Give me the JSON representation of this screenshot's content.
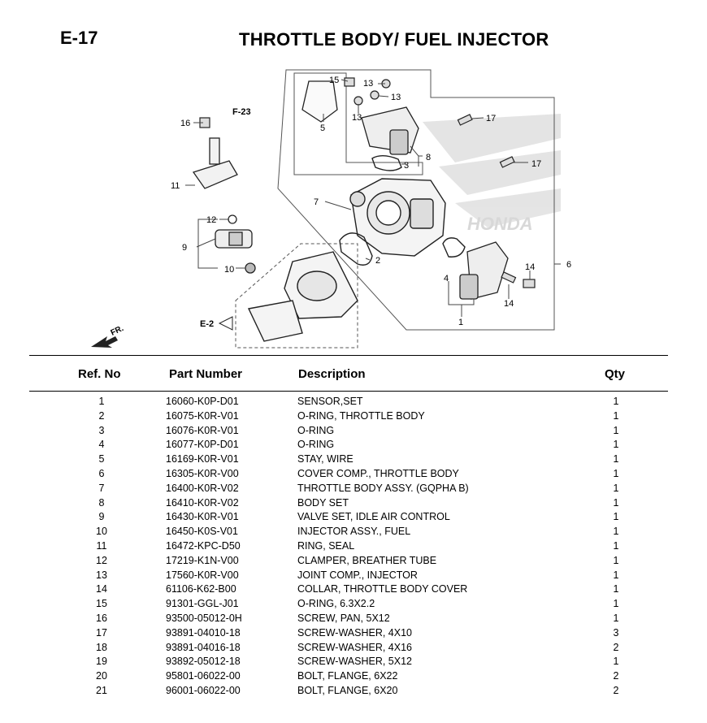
{
  "header": {
    "page_code": "E-17",
    "title": "THROTTLE BODY/ FUEL INJECTOR"
  },
  "diagram": {
    "callouts": [
      "15",
      "13",
      "13",
      "13",
      "5",
      "F-23",
      "16",
      "17",
      "17",
      "8",
      "3",
      "11",
      "7",
      "12",
      "9",
      "10",
      "2",
      "4",
      "14",
      "14",
      "6",
      "1",
      "E-2",
      "FR."
    ],
    "watermark": "HONDA"
  },
  "table": {
    "headers": {
      "ref": "Ref. No",
      "part": "Part Number",
      "desc": "Description",
      "qty": "Qty"
    },
    "rows": [
      {
        "ref": "1",
        "part": "16060-K0P-D01",
        "desc": "SENSOR,SET",
        "qty": "1"
      },
      {
        "ref": "2",
        "part": "16075-K0R-V01",
        "desc": "O-RING, THROTTLE BODY",
        "qty": "1"
      },
      {
        "ref": "3",
        "part": "16076-K0R-V01",
        "desc": "O-RING",
        "qty": "1"
      },
      {
        "ref": "4",
        "part": "16077-K0P-D01",
        "desc": "O-RING",
        "qty": "1"
      },
      {
        "ref": "5",
        "part": "16169-K0R-V01",
        "desc": "STAY, WIRE",
        "qty": "1"
      },
      {
        "ref": "6",
        "part": "16305-K0R-V00",
        "desc": "COVER COMP., THROTTLE BODY",
        "qty": "1"
      },
      {
        "ref": "7",
        "part": "16400-K0R-V02",
        "desc": "THROTTLE BODY ASSY. (GQPHA B)",
        "qty": "1"
      },
      {
        "ref": "8",
        "part": "16410-K0R-V02",
        "desc": "BODY SET",
        "qty": "1"
      },
      {
        "ref": "9",
        "part": "16430-K0R-V01",
        "desc": "VALVE SET, IDLE AIR CONTROL",
        "qty": "1"
      },
      {
        "ref": "10",
        "part": "16450-K0S-V01",
        "desc": "INJECTOR ASSY., FUEL",
        "qty": "1"
      },
      {
        "ref": "11",
        "part": "16472-KPC-D50",
        "desc": "RING, SEAL",
        "qty": "1"
      },
      {
        "ref": "12",
        "part": "17219-K1N-V00",
        "desc": "CLAMPER, BREATHER TUBE",
        "qty": "1"
      },
      {
        "ref": "13",
        "part": "17560-K0R-V00",
        "desc": "JOINT COMP., INJECTOR",
        "qty": "1"
      },
      {
        "ref": "14",
        "part": "61106-K62-B00",
        "desc": "COLLAR, THROTTLE BODY COVER",
        "qty": "1"
      },
      {
        "ref": "15",
        "part": "91301-GGL-J01",
        "desc": "O-RING, 6.3X2.2",
        "qty": "1"
      },
      {
        "ref": "16",
        "part": "93500-05012-0H",
        "desc": "SCREW, PAN, 5X12",
        "qty": "1"
      },
      {
        "ref": "17",
        "part": "93891-04010-18",
        "desc": "SCREW-WASHER, 4X10",
        "qty": "3"
      },
      {
        "ref": "18",
        "part": "93891-04016-18",
        "desc": "SCREW-WASHER, 4X16",
        "qty": "2"
      },
      {
        "ref": "19",
        "part": "93892-05012-18",
        "desc": "SCREW-WASHER, 5X12",
        "qty": "1"
      },
      {
        "ref": "20",
        "part": "95801-06022-00",
        "desc": "BOLT, FLANGE, 6X22",
        "qty": "2"
      },
      {
        "ref": "21",
        "part": "96001-06022-00",
        "desc": "BOLT, FLANGE, 6X20",
        "qty": "2"
      }
    ]
  }
}
